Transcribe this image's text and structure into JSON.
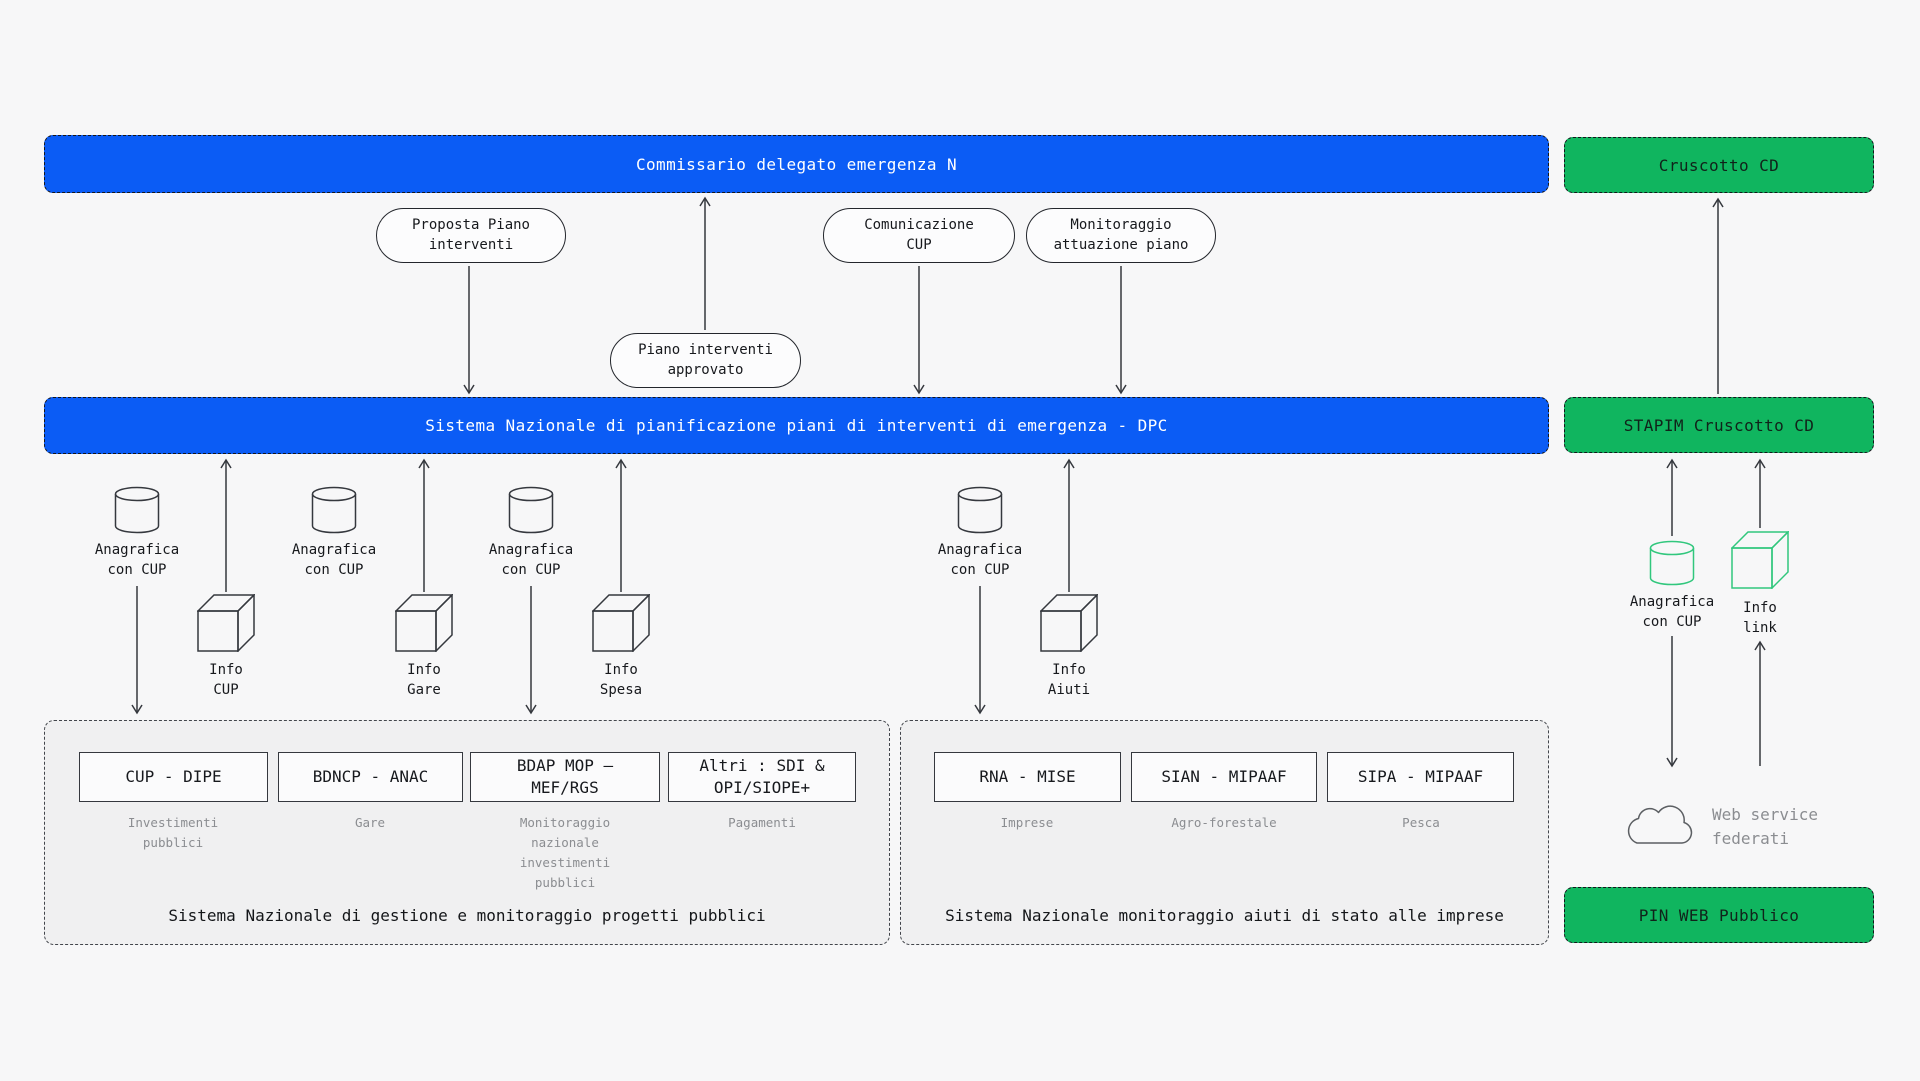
{
  "title_bars": {
    "commissario": "Commissario delegato emergenza N",
    "dpc": "Sistema Nazionale di pianificazione piani di interventi di emergenza - DPC"
  },
  "green_boxes": {
    "cruscotto": "Cruscotto CD",
    "stapim": "STAPIM Cruscotto CD",
    "pin_web": "PIN WEB Pubblico"
  },
  "pills": {
    "proposta": "Proposta Piano\ninterventi",
    "comunicazione": "Comunicazione\nCUP",
    "monitoraggio": "Monitoraggio\nattuazione piano",
    "approvato": "Piano interventi\napprovato"
  },
  "datastores": {
    "anagrafica": "Anagrafica\ncon CUP",
    "info_cup": "Info\nCUP",
    "info_gare": "Info\nGare",
    "info_spesa": "Info\nSpesa",
    "info_aiuti": "Info\nAiuti",
    "info_link": "Info\nlink"
  },
  "container_left": {
    "systems": [
      {
        "name": "CUP - DIPE",
        "domain": "Investimenti\npubblici"
      },
      {
        "name": "BDNCP - ANAC",
        "domain": "Gare"
      },
      {
        "name": "BDAP MOP –\nMEF/RGS",
        "domain": "Monitoraggio\nnazionale\ninvestimenti\npubblici"
      },
      {
        "name": "Altri : SDI &\nOPI/SIOPE+",
        "domain": "Pagamenti"
      }
    ],
    "caption": "Sistema Nazionale di gestione e monitoraggio progetti pubblici"
  },
  "container_right": {
    "systems": [
      {
        "name": "RNA - MISE",
        "domain": "Imprese"
      },
      {
        "name": "SIAN - MIPAAF",
        "domain": "Agro-forestale"
      },
      {
        "name": "SIPA - MIPAAF",
        "domain": "Pesca"
      }
    ],
    "caption": "Sistema Nazionale monitoraggio aiuti di stato alle imprese"
  },
  "misc": {
    "web_service": "Web service\nfederati"
  },
  "colors": {
    "blue": "#0b5cf5",
    "green": "#10b55f",
    "green_outline": "#31c77d",
    "line": "#35383e",
    "gray_label": "#8b8d91",
    "background": "#f7f7f8"
  }
}
